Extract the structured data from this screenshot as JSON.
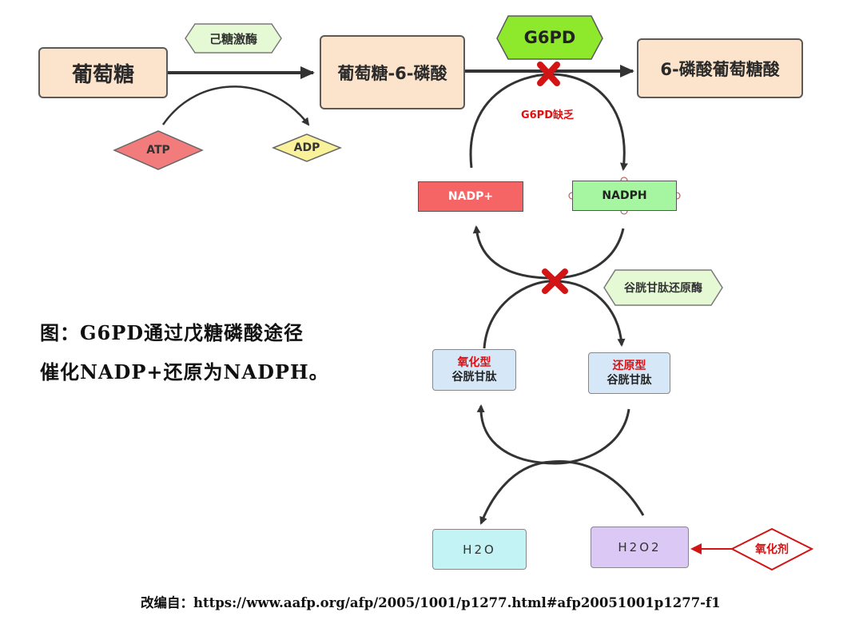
{
  "nodes": {
    "glucose": "葡萄糖",
    "g6p": "葡萄糖-6-磷酸",
    "pg6": "6-磷酸葡萄糖酸",
    "nadp_plus": "NADP+",
    "nadph": "NADPH",
    "gssg_top": "氧化型",
    "gssg_bottom": "谷胱甘肽",
    "gsh_top": "还原型",
    "gsh_bottom": "谷胱甘肽",
    "h2o": "H2O",
    "h2o2": "H2O2",
    "atp": "ATP",
    "adp": "ADP"
  },
  "enzymes": {
    "hexokinase": "己糖激酶",
    "g6pd": "G6PD",
    "glutathione_reductase": "谷胱甘肽还原酶",
    "oxidant": "氧化剂"
  },
  "annotations": {
    "g6pd_deficiency": "G6PD缺乏"
  },
  "caption": {
    "line1": "图：G6PD通过戊糖磷酸途径",
    "line2": "催化NADP+还原为NADPH。"
  },
  "source": "改编自：https://www.aafp.org/afp/2005/1001/p1277.html#afp20051001p1277-f1",
  "colors": {
    "beige": "#fce4cc",
    "g6pd_green": "#8ee82c",
    "hexokinase_green": "#e4f9d4",
    "nadp_red": "#f56566",
    "nadph_green": "#a6f5a0",
    "glutathione_blue": "#d6e8f8",
    "h2o_cyan": "#c4f3f6",
    "h2o2_purple": "#dcc8f5",
    "atp_red": "#f27c7c",
    "adp_yellow": "#f9f29a",
    "cross_red": "#d21414",
    "oxidant_red": "#d21414"
  }
}
